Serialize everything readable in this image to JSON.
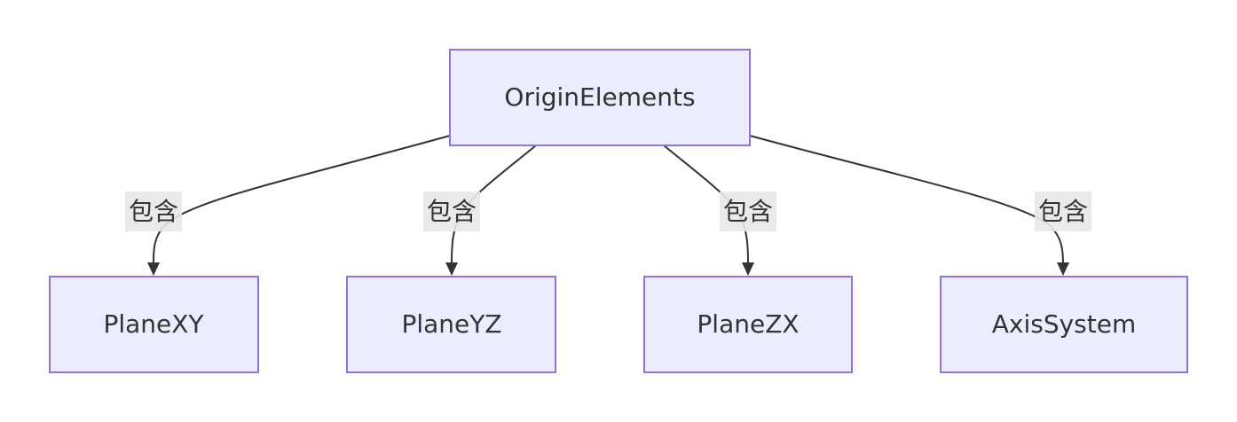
{
  "diagram": {
    "type": "flowchart-top-down",
    "colors": {
      "node_fill": "#ECECFF",
      "node_stroke": "#9370DB",
      "edge": "#333333",
      "label_background": "#e8e8e8",
      "text": "#333333"
    },
    "root": {
      "id": "origin",
      "label": "OriginElements"
    },
    "children": [
      {
        "id": "plane-xy",
        "label": "PlaneXY"
      },
      {
        "id": "plane-yz",
        "label": "PlaneYZ"
      },
      {
        "id": "plane-zx",
        "label": "PlaneZX"
      },
      {
        "id": "axis-system",
        "label": "AxisSystem"
      }
    ],
    "edges": [
      {
        "from": "origin",
        "to": "plane-xy",
        "label": "包含"
      },
      {
        "from": "origin",
        "to": "plane-yz",
        "label": "包含"
      },
      {
        "from": "origin",
        "to": "plane-zx",
        "label": "包含"
      },
      {
        "from": "origin",
        "to": "axis-system",
        "label": "包含"
      }
    ]
  }
}
